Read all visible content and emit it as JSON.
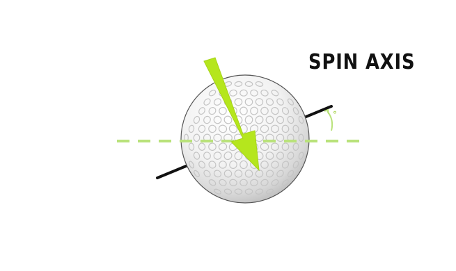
{
  "diagram": {
    "title": "SPIN AXIS",
    "degree_mark": "°",
    "colors": {
      "background": "#ffffff",
      "accent_green": "#b5e61d",
      "dashed_green": "#b9e27a",
      "axis_black": "#111111",
      "ball_white": "#f3f3f3",
      "ball_shadow": "#bdbdbd"
    },
    "elements": [
      "golf-ball",
      "spin-axis-line",
      "horizontal-dashed-reference",
      "green-arrow",
      "angle-arc"
    ]
  }
}
